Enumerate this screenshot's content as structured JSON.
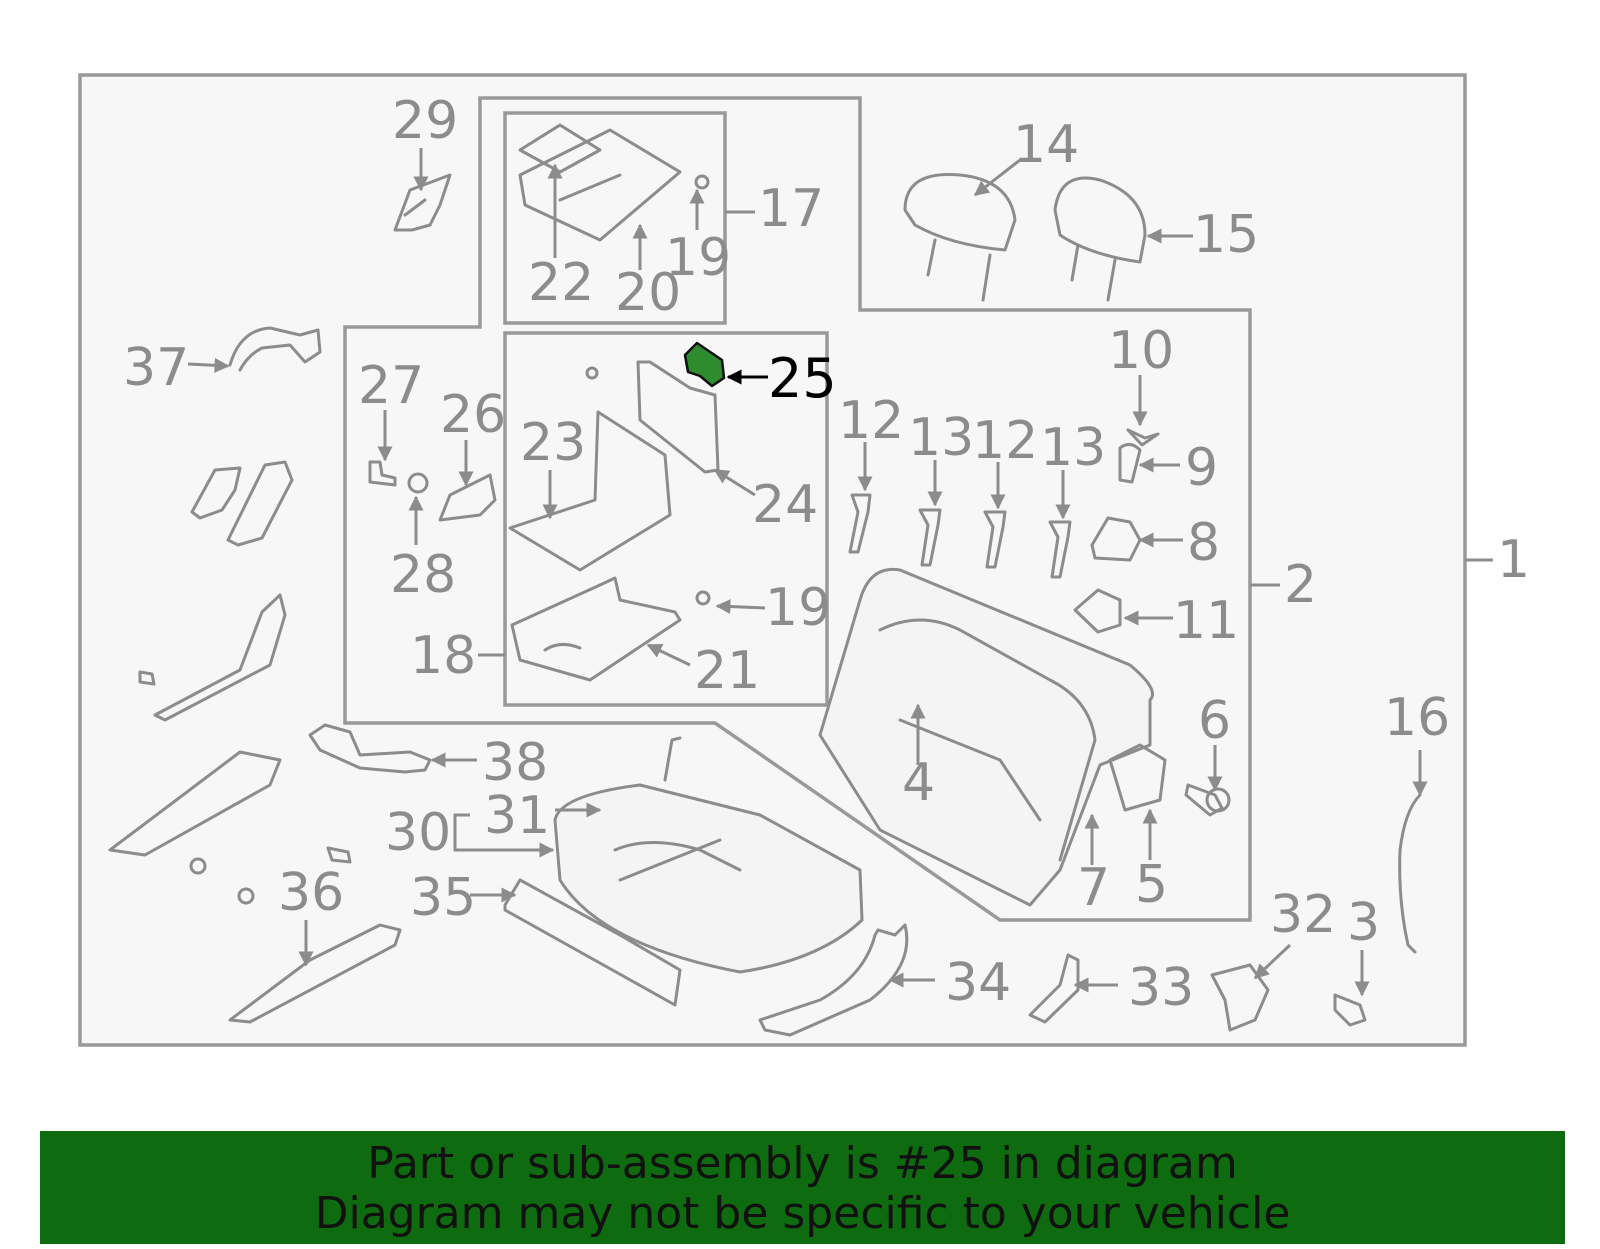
{
  "diagram": {
    "highlight_color": "#2e8b2e",
    "line_color": "#8c8c8c",
    "labels": {
      "l1": "1",
      "l2": "2",
      "l3": "3",
      "l4": "4",
      "l5": "5",
      "l6": "6",
      "l7": "7",
      "l8": "8",
      "l9": "9",
      "l10": "10",
      "l11": "11",
      "l12a": "12",
      "l12b": "12",
      "l13a": "13",
      "l13b": "13",
      "l14": "14",
      "l15": "15",
      "l16": "16",
      "l17": "17",
      "l18": "18",
      "l19a": "19",
      "l19b": "19",
      "l20": "20",
      "l21": "21",
      "l22": "22",
      "l23": "23",
      "l24": "24",
      "l25": "25",
      "l26": "26",
      "l27": "27",
      "l28": "28",
      "l29": "29",
      "l30": "30",
      "l31": "31",
      "l32": "32",
      "l33": "33",
      "l34": "34",
      "l35": "35",
      "l36": "36",
      "l37": "37",
      "l38": "38"
    }
  },
  "banner": {
    "line1": "Part or sub-assembly is #25 in diagram",
    "line2": "Diagram may not be specific to your vehicle",
    "background": "#0f6b0f"
  }
}
